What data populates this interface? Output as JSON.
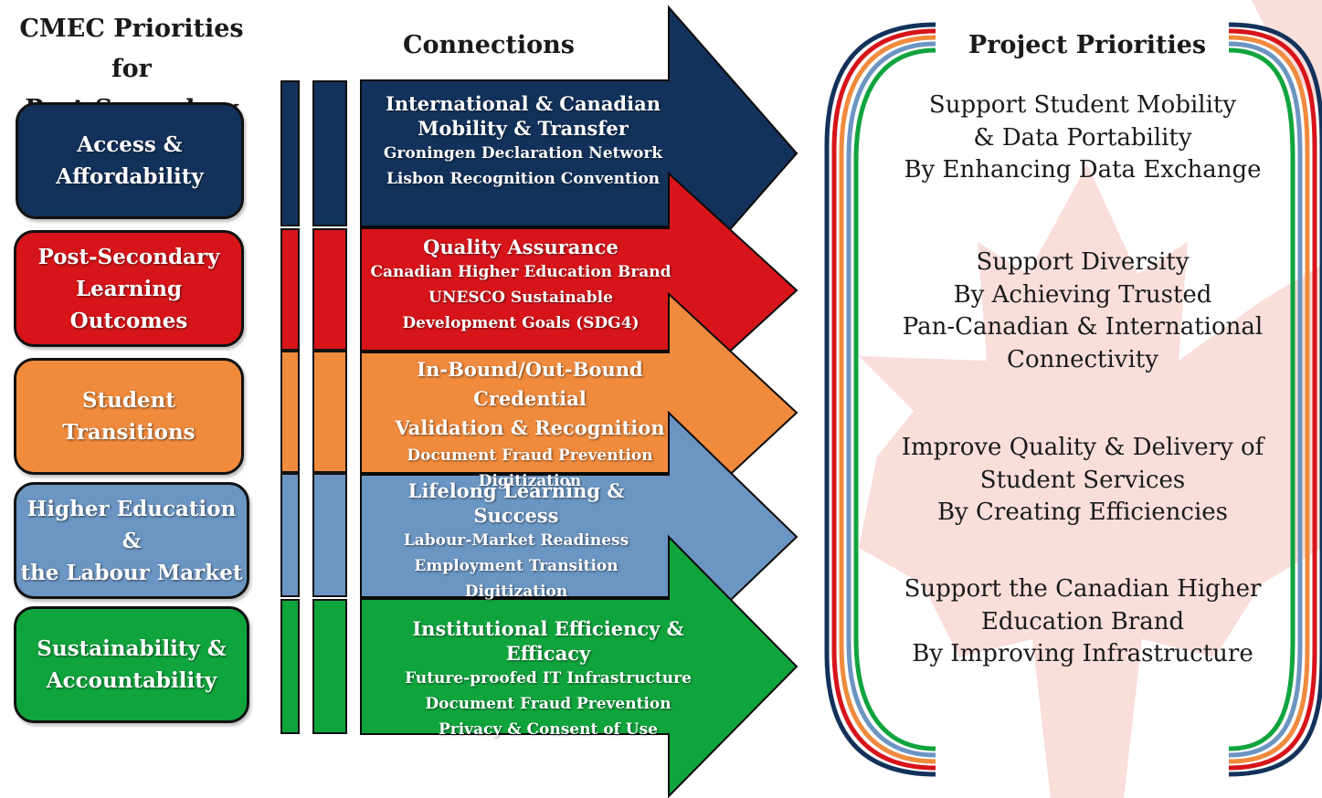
{
  "headings": {
    "left": "CMEC Priorities for\nPost-Secondary",
    "left_line1": "CMEC Priorities for",
    "left_line2": "Post-Secondary",
    "middle": "Connections",
    "right": "Project Priorities"
  },
  "colors": {
    "navy": "#13325b",
    "red": "#d7141a",
    "orange": "#f08a3c",
    "blue": "#6b95c2",
    "green": "#10a43d",
    "leaf": "#f5c6c0"
  },
  "priorities": [
    {
      "label": "Access &\nAffordability",
      "color": "#13325b"
    },
    {
      "label": "Post-Secondary\nLearning Outcomes",
      "color": "#d7141a"
    },
    {
      "label": "Student\nTransitions",
      "color": "#f08a3c"
    },
    {
      "label": "Higher Education &\nthe Labour Market",
      "color": "#6b95c2"
    },
    {
      "label": "Sustainability &\nAccountability",
      "color": "#10a43d"
    }
  ],
  "connections": [
    {
      "title": "International & Canadian\nMobility & Transfer",
      "items": [
        "Groningen Declaration  Network",
        "Lisbon Recognition  Convention"
      ]
    },
    {
      "title": "Quality Assurance",
      "items": [
        "Canadian Higher Education Brand",
        "UNESCO Sustainable",
        "Development Goals (SDG4)"
      ]
    },
    {
      "title": "In-Bound/Out-Bound Credential\nValidation & Recognition",
      "items": [
        "Document Fraud Prevention",
        "Digitization"
      ]
    },
    {
      "title": "Lifelong Learning & Success",
      "items": [
        "Labour-Market Readiness",
        "Employment Transition",
        "Digitization"
      ]
    },
    {
      "title": "Institutional Efficiency & Efficacy",
      "items": [
        "Future-proofed IT Infrastructure",
        "Document Fraud Prevention",
        "Privacy & Consent of Use"
      ]
    }
  ],
  "project_priorities": [
    [
      "Support Student Mobility",
      "& Data Portability",
      "By Enhancing Data Exchange"
    ],
    [
      "Support Diversity",
      "By Achieving Trusted",
      "Pan-Canadian & International",
      "Connectivity"
    ],
    [
      "Improve Quality & Delivery of",
      "Student Services",
      "By Creating Efficiencies"
    ],
    [
      "Support the Canadian Higher",
      "Education Brand",
      "By Improving Infrastructure"
    ]
  ]
}
